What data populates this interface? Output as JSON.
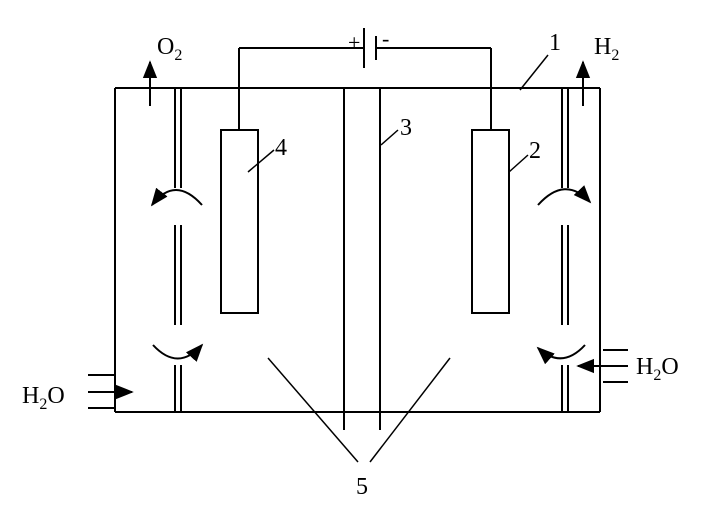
{
  "diagram": {
    "labels": {
      "o2": {
        "main": "O",
        "sub": "2"
      },
      "h2": {
        "main": "H",
        "sub": "2"
      },
      "h2o_left": {
        "main": "H",
        "sub": "2",
        "tail": "O"
      },
      "h2o_right": {
        "main": "H",
        "sub": "2",
        "tail": "O"
      },
      "plus": "+",
      "minus": "-",
      "num_1": "1",
      "num_2": "2",
      "num_3": "3",
      "num_4": "4",
      "num_5": "5"
    },
    "colors": {
      "stroke": "#000000",
      "background": "#ffffff"
    }
  }
}
